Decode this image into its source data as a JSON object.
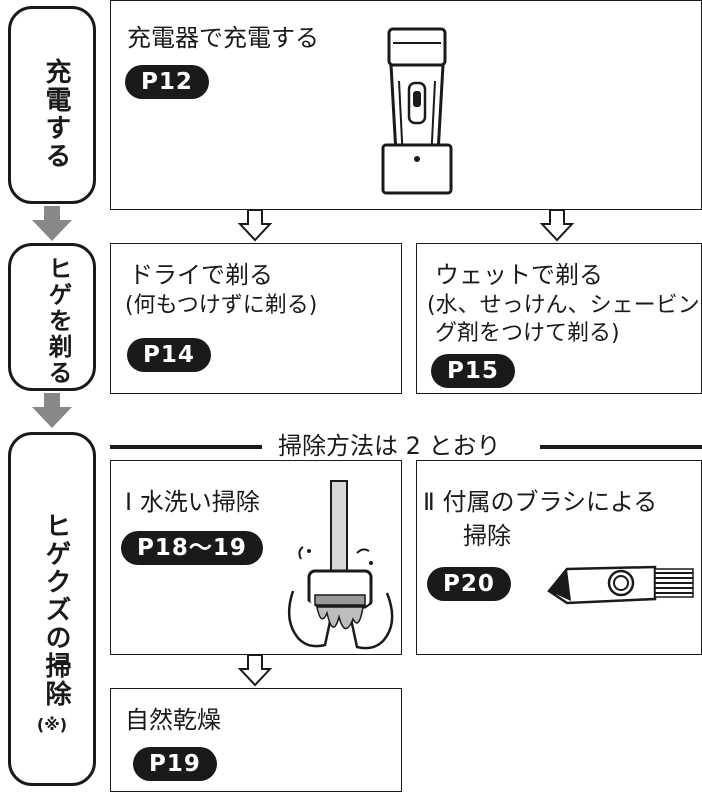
{
  "steps": {
    "charge": "充電する",
    "shave": "ヒゲを剃る",
    "clean": "ヒゲクズの掃除",
    "clean_note": "(※)"
  },
  "panels": {
    "charge": {
      "title": "充電器で充電する",
      "page": "P12"
    },
    "dry": {
      "title": "ドライで剃る",
      "sub": "(何もつけずに剃る)",
      "page": "P14"
    },
    "wet": {
      "title": "ウェットで剃る",
      "sub1": "(水、せっけん、シェービン",
      "sub2": "グ剤をつけて剃る)",
      "page": "P15"
    },
    "water_wash": {
      "title": "Ⅰ 水洗い掃除",
      "page": "P18〜19"
    },
    "brush": {
      "title": "Ⅱ 付属のブラシによる",
      "title2": "掃除",
      "page": "P20"
    },
    "dry_natural": {
      "title": "自然乾燥",
      "page": "P19"
    }
  },
  "divider": {
    "text": "掃除方法は 2 とおり"
  },
  "colors": {
    "ink": "#1a1a1a",
    "arrow_gray": "#888888",
    "paper": "#ffffff"
  },
  "icons": [
    "shaver-on-charger-illustration",
    "washing-shaver-illustration",
    "cleaning-brush-illustration",
    "hollow-down-arrow",
    "gray-flow-arrow"
  ]
}
